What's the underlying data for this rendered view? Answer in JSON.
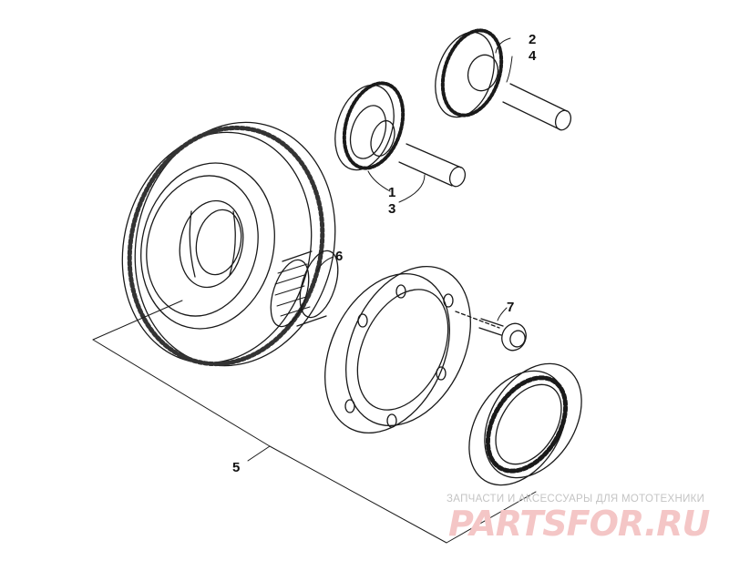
{
  "diagram": {
    "callouts": {
      "c1": "1",
      "c2": "2",
      "c3": "3",
      "c4": "4",
      "c5": "5",
      "c6": "6",
      "c7": "7"
    }
  },
  "watermark": {
    "tagline": "ЗАПЧАСТИ И АКСЕССУАРЫ ДЛЯ МОТОТЕХНИКИ",
    "logo": "PARTSFOR.RU",
    "logo_color": "#f4c6c6"
  },
  "colors": {
    "line": "#1a1a1a",
    "background": "#ffffff"
  }
}
